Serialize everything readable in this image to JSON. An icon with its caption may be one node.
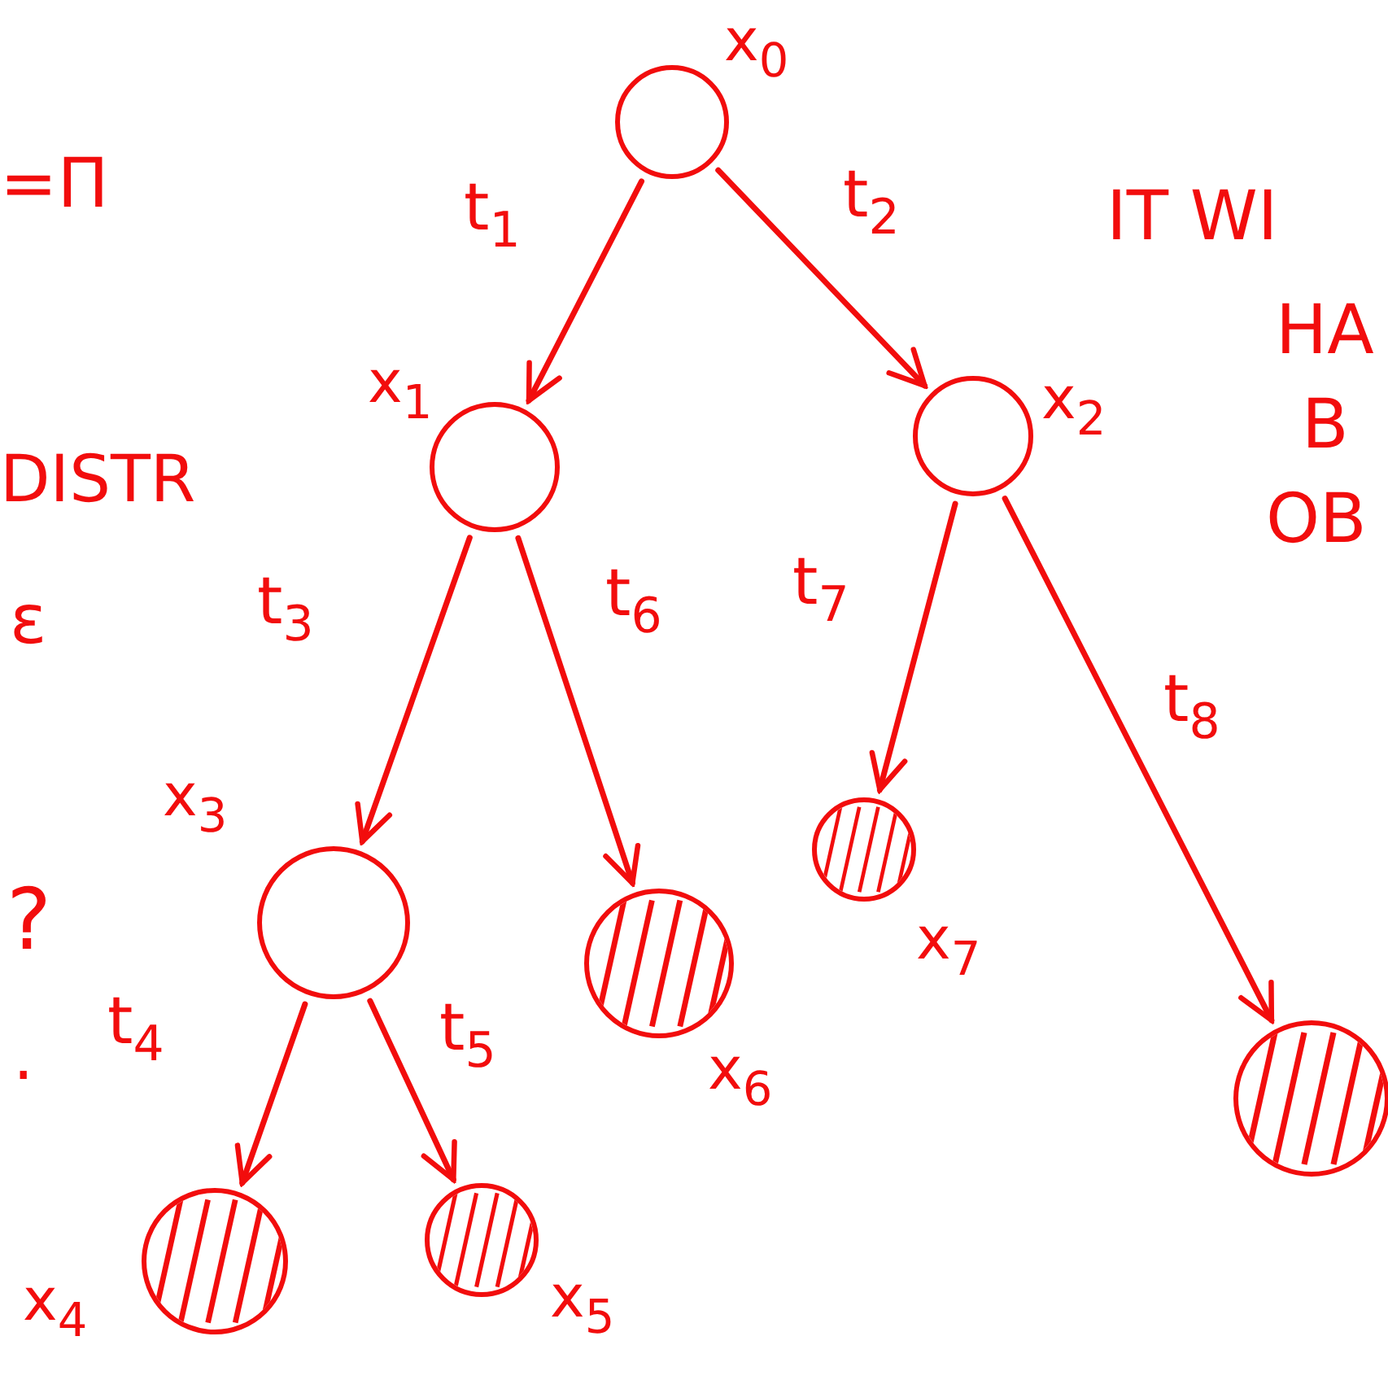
{
  "diagram": {
    "nodes": [
      {
        "text": [],
        "shape": "circle",
        "beside": [
          "x$_{0}$"
        ]
      },
      {
        "text": [],
        "shape": "circle",
        "beside": [
          "x$_{1}$"
        ]
      },
      {
        "text": [],
        "shape": "circle",
        "beside": [
          "x$_{2}$"
        ]
      },
      {
        "text": [],
        "shape": "circle",
        "beside": [
          "x$_{3}$"
        ]
      },
      {
        "text": [],
        "shape": "hatched",
        "beside": [
          "x$_{6}$"
        ]
      },
      {
        "text": [],
        "shape": "hatched",
        "beside": [
          "x$_{7}$"
        ]
      },
      {
        "text": [],
        "shape": "hatched"
      },
      {
        "text": [],
        "shape": "hatched",
        "beside": [
          "x$_{4}$"
        ]
      },
      {
        "text": [],
        "shape": "hatched",
        "beside": [
          "x$_{5}$"
        ]
      }
    ],
    "edges": [
      {
        "from": 0,
        "to": 1,
        "arrow": "to",
        "label": "t$_{1}$"
      },
      {
        "from": 0,
        "to": 2,
        "arrow": "to",
        "label": "t$_{2}$"
      },
      {
        "from": 1,
        "to": 3,
        "arrow": "to",
        "label": "t$_{3}$"
      },
      {
        "from": 1,
        "to": 4,
        "arrow": "to",
        "label": "t$_{6}$"
      },
      {
        "from": 2,
        "to": 5,
        "arrow": "to",
        "label": "t$_{7}$"
      },
      {
        "from": 2,
        "to": 6,
        "arrow": "to",
        "label": "t$_{8}$"
      },
      {
        "from": 3,
        "to": 7,
        "arrow": "to",
        "label": "t$_{4}$"
      },
      {
        "from": 3,
        "to": 8,
        "arrow": "to",
        "label": "t$_{5}$"
      }
    ],
    "labels": [
      "=Π",
      "DISTR",
      "ε",
      "?",
      ".",
      "IT WI",
      "HA",
      "B",
      "OB"
    ]
  }
}
